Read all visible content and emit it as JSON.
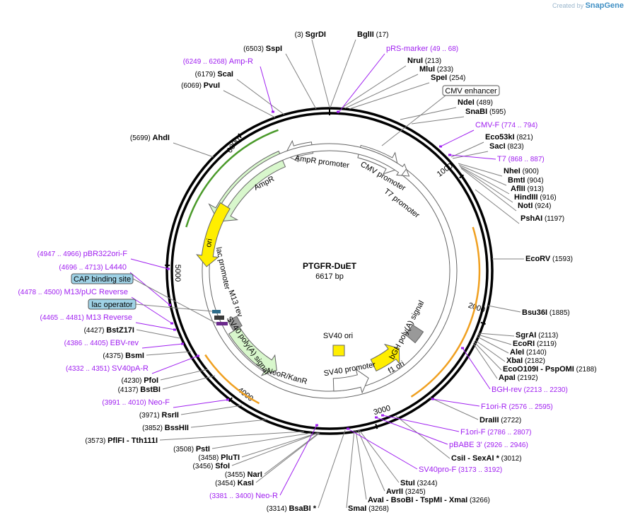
{
  "brand": {
    "prefix": "Created by",
    "name": "SnapGene"
  },
  "title": "PTGFR-DuET",
  "length_label": "6617 bp",
  "ticks": [
    "1000",
    "2000",
    "3000",
    "4000",
    "5000",
    "6000"
  ],
  "colors": {
    "feature": "#d8f7cc",
    "feature_stroke": "#666666",
    "ori": "#ffee00",
    "primer": "#a020f0",
    "orf_arc": "#f0a020",
    "green_arc": "#4a9a2a",
    "signal": "#999999",
    "enzyme_line": "#808080"
  },
  "features": [
    {
      "name": "AmpR",
      "label": "AmpR"
    },
    {
      "name": "AmpR promoter",
      "label": "AmpR promoter"
    },
    {
      "name": "CMV promoter",
      "label": "CMV promoter"
    },
    {
      "name": "T7 promoter",
      "label": "T7 promoter"
    },
    {
      "name": "ori",
      "label": "ori"
    },
    {
      "name": "lac promoter",
      "label": "lac promoter"
    },
    {
      "name": "M13 rev",
      "label": "M13 rev"
    },
    {
      "name": "SV40 poly(A) signal",
      "label": "SV40 poly(A) signal"
    },
    {
      "name": "NeoR/KanR",
      "label": "NeoR/KanR"
    },
    {
      "name": "SV40 promoter",
      "label": "SV40 promoter"
    },
    {
      "name": "SV40 ori",
      "label": "SV40 ori"
    },
    {
      "name": "bGH poly(A) signal",
      "label": "bGH poly(A) signal"
    },
    {
      "name": "f1 ori",
      "label": "f1 ori"
    }
  ],
  "annotations": [
    {
      "name": "CMV enhancer",
      "label": "CMV enhancer",
      "style": "outline"
    },
    {
      "name": "CAP binding site",
      "label": "CAP binding site",
      "style": "blue"
    },
    {
      "name": "lac operator",
      "label": "lac operator",
      "style": "blue"
    }
  ],
  "primers": [
    {
      "name": "pRS-marker",
      "range": "(49 .. 68)"
    },
    {
      "name": "Amp-R",
      "range": "(6249 .. 6268)"
    },
    {
      "name": "CMV-F",
      "range": "(774 .. 794)"
    },
    {
      "name": "T7",
      "range": "(868 .. 887)"
    },
    {
      "name": "pBR322ori-F",
      "range": "(4947 .. 4966)"
    },
    {
      "name": "L4440",
      "range": "(4696 .. 4713)"
    },
    {
      "name": "M13/pUC Reverse",
      "range": "(4478 .. 4500)"
    },
    {
      "name": "M13 Reverse",
      "range": "(4465 .. 4481)"
    },
    {
      "name": "EBV-rev",
      "range": "(4386 .. 4405)"
    },
    {
      "name": "SV40pA-R",
      "range": "(4332 .. 4351)"
    },
    {
      "name": "Neo-F",
      "range": "(3991 .. 4010)"
    },
    {
      "name": "Neo-R",
      "range": "(3381 .. 3400)"
    },
    {
      "name": "BGH-rev",
      "range": "(2213 .. 2230)"
    },
    {
      "name": "F1ori-R",
      "range": "(2576 .. 2595)"
    },
    {
      "name": "F1ori-F",
      "range": "(2786 .. 2807)"
    },
    {
      "name": "pBABE 3'",
      "range": "(2926 .. 2946)"
    },
    {
      "name": "SV40pro-F",
      "range": "(3173 .. 3192)"
    }
  ],
  "enzymes": [
    {
      "name": "SgrDI",
      "pos": "(3)"
    },
    {
      "name": "BglII",
      "pos": "(17)"
    },
    {
      "name": "SspI",
      "pos": "(6503)"
    },
    {
      "name": "ScaI",
      "pos": "(6179)"
    },
    {
      "name": "PvuI",
      "pos": "(6069)"
    },
    {
      "name": "AhdI",
      "pos": "(5699)"
    },
    {
      "name": "NruI",
      "pos": "(213)"
    },
    {
      "name": "MluI",
      "pos": "(233)"
    },
    {
      "name": "SpeI",
      "pos": "(254)"
    },
    {
      "name": "NdeI",
      "pos": "(489)"
    },
    {
      "name": "SnaBI",
      "pos": "(595)"
    },
    {
      "name": "Eco53kI",
      "pos": "(821)"
    },
    {
      "name": "SacI",
      "pos": "(823)"
    },
    {
      "name": "NheI",
      "pos": "(900)"
    },
    {
      "name": "BmtI",
      "pos": "(904)"
    },
    {
      "name": "AflII",
      "pos": "(913)"
    },
    {
      "name": "HindIII",
      "pos": "(916)"
    },
    {
      "name": "NotI",
      "pos": "(924)"
    },
    {
      "name": "PshAI",
      "pos": "(1197)"
    },
    {
      "name": "EcoRV",
      "pos": "(1593)"
    },
    {
      "name": "Bsu36I",
      "pos": "(1885)"
    },
    {
      "name": "SgrAI",
      "pos": "(2113)"
    },
    {
      "name": "EcoRI",
      "pos": "(2119)"
    },
    {
      "name": "AleI",
      "pos": "(2140)"
    },
    {
      "name": "XbaI",
      "pos": "(2182)"
    },
    {
      "name": "EcoO109I",
      "pos": "(2188)",
      "extra": "- PspOMI"
    },
    {
      "name": "ApaI",
      "pos": "(2192)"
    },
    {
      "name": "DraIII",
      "pos": "(2722)"
    },
    {
      "name": "CsiI",
      "pos": "(3012)",
      "extra": "- SexAI *"
    },
    {
      "name": "StuI",
      "pos": "(3244)"
    },
    {
      "name": "AvrII",
      "pos": "(3245)"
    },
    {
      "name": "AvaI",
      "pos": "(3266)",
      "extra": "- BsoBI - TspMI - XmaI"
    },
    {
      "name": "SmaI",
      "pos": "(3268)"
    },
    {
      "name": "BsaBI *",
      "pos": "(3314)"
    },
    {
      "name": "KasI",
      "pos": "(3454)"
    },
    {
      "name": "NarI",
      "pos": "(3455)"
    },
    {
      "name": "SfoI",
      "pos": "(3456)"
    },
    {
      "name": "PluTI",
      "pos": "(3458)"
    },
    {
      "name": "PstI",
      "pos": "(3508)"
    },
    {
      "name": "PflFI",
      "pos": "(3573)",
      "extra": "- Tth111I"
    },
    {
      "name": "BssHII",
      "pos": "(3852)"
    },
    {
      "name": "RsrII",
      "pos": "(3971)"
    },
    {
      "name": "BstBI",
      "pos": "(4137)"
    },
    {
      "name": "PfoI",
      "pos": "(4230)"
    },
    {
      "name": "BsmI",
      "pos": "(4375)"
    },
    {
      "name": "BstZ17I",
      "pos": "(4427)"
    }
  ]
}
